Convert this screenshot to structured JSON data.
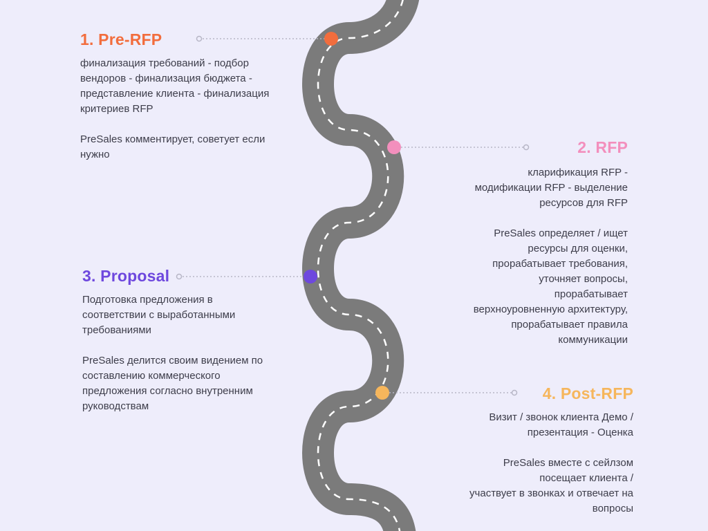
{
  "colors": {
    "background": "#eeedfb",
    "road": "#7b7b7b",
    "road_dash": "#ffffff",
    "connector": "#b7b6c6"
  },
  "steps": [
    {
      "title": "1. Pre-RFP",
      "color": "#f26d3d",
      "description": "финализация требований - подбор\nвендоров - финализация бюджета -\nпредставление клиента - финализация\nкритериев RFP",
      "presales_note": "PreSales комментирует, советует если\nнужно"
    },
    {
      "title": "2. RFP",
      "color": "#f38fbd",
      "description": "кларификация RFP -\nмодификации RFP - выделение\nресурсов для RFP",
      "presales_note": "PreSales определяет / ищет\nресурсы для оценки,\nпрорабатывает требования,\nуточняет вопросы,\nпрорабатывает\nверхноуровненную архитектуру,\nпрорабатывает правила\nкоммуникации"
    },
    {
      "title": "3. Proposal",
      "color": "#6e48de",
      "description": "Подготовка предложения в\nсоответствии с выработанными\nтребованиями",
      "presales_note": "PreSales делится своим видением по\nсоставлению коммерческого\nпредложения согласно внутренним\nруководствам"
    },
    {
      "title": "4. Post-RFP",
      "color": "#f6b65c",
      "description": "Визит / звонок клиента Демо /\nпрезентация - Оценка",
      "presales_note": "PreSales вместе с сейлзом\nпосещает клиента /\nучаствует в звонках и отвечает на\nвопросы"
    }
  ]
}
